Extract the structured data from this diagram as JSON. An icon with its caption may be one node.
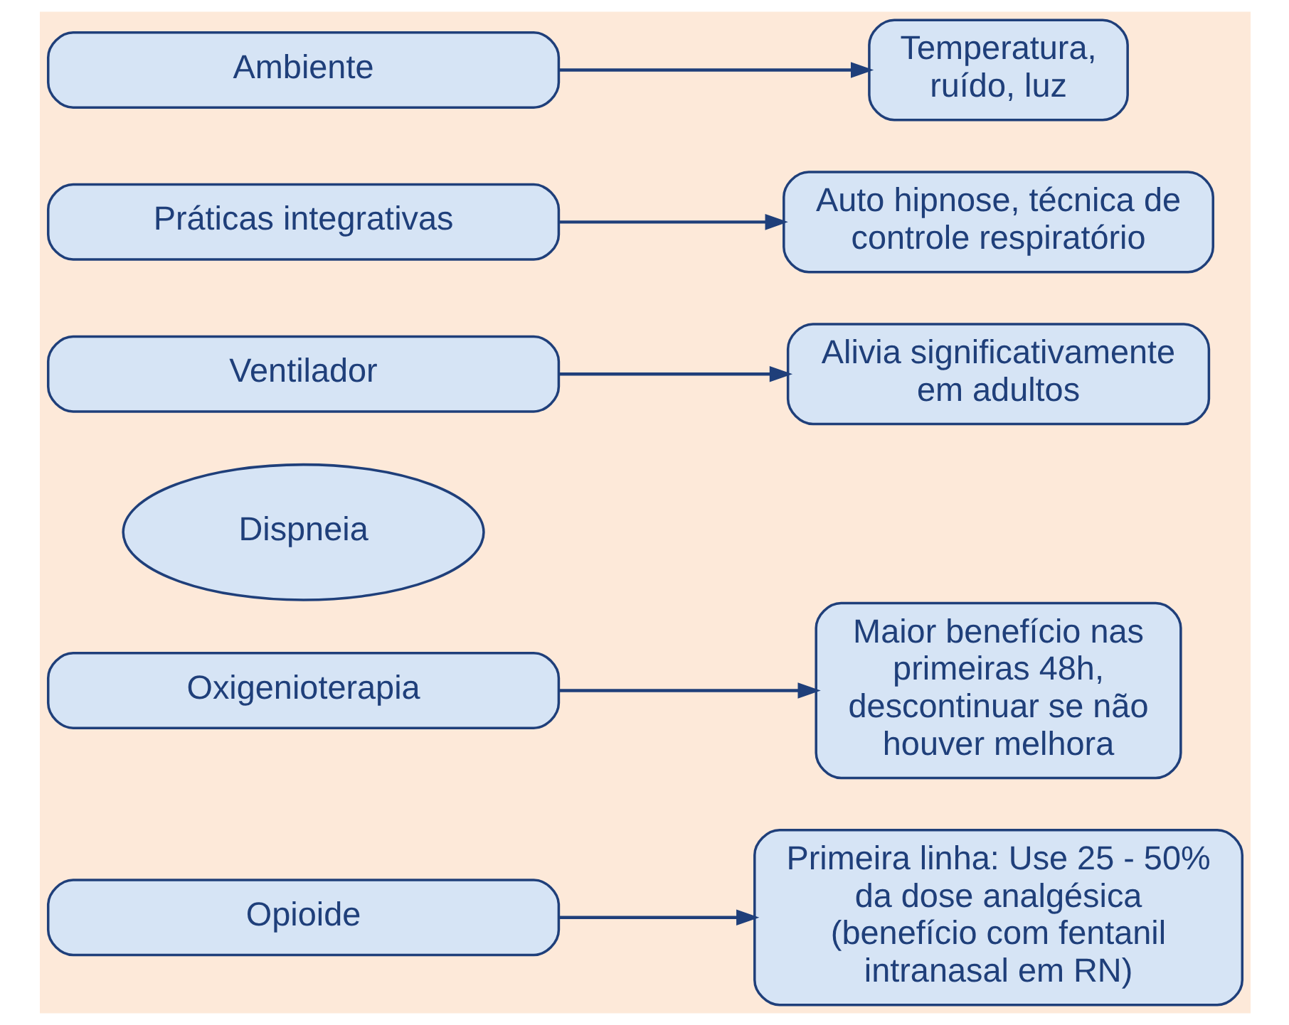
{
  "diagram": {
    "nodes": [
      {
        "text": [
          "Opioide"
        ]
      },
      {
        "text": [
          "Primeira linha: Use 25 - 50% da dose analgésica (benefício com fentanil intranasal em RN)"
        ]
      },
      {
        "text": [
          "Oxigenioterapia"
        ]
      },
      {
        "text": [
          "Maior benefício nas primeiras 48h, descontinuar se não houver melhora"
        ]
      },
      {
        "text": [
          "Dispneia"
        ]
      },
      {
        "text": [
          "Ventilador"
        ]
      },
      {
        "text": [
          "Alivia significativamente em adultos"
        ]
      },
      {
        "text": [
          "Práticas integrativas"
        ]
      },
      {
        "text": [
          "Auto hipnose, técnica de controle respiratório"
        ]
      },
      {
        "text": [
          "Ambiente"
        ]
      },
      {
        "text": [
          "Temperatura, ruído, luz"
        ]
      }
    ],
    "edges": [
      {
        "from": 0,
        "to": 1,
        "arrow": "to"
      },
      {
        "from": 2,
        "to": 3,
        "arrow": "to"
      },
      {
        "from": 5,
        "to": 6,
        "arrow": "to"
      },
      {
        "from": 7,
        "to": 8,
        "arrow": "to"
      },
      {
        "from": 9,
        "to": 10,
        "arrow": "to"
      }
    ]
  }
}
